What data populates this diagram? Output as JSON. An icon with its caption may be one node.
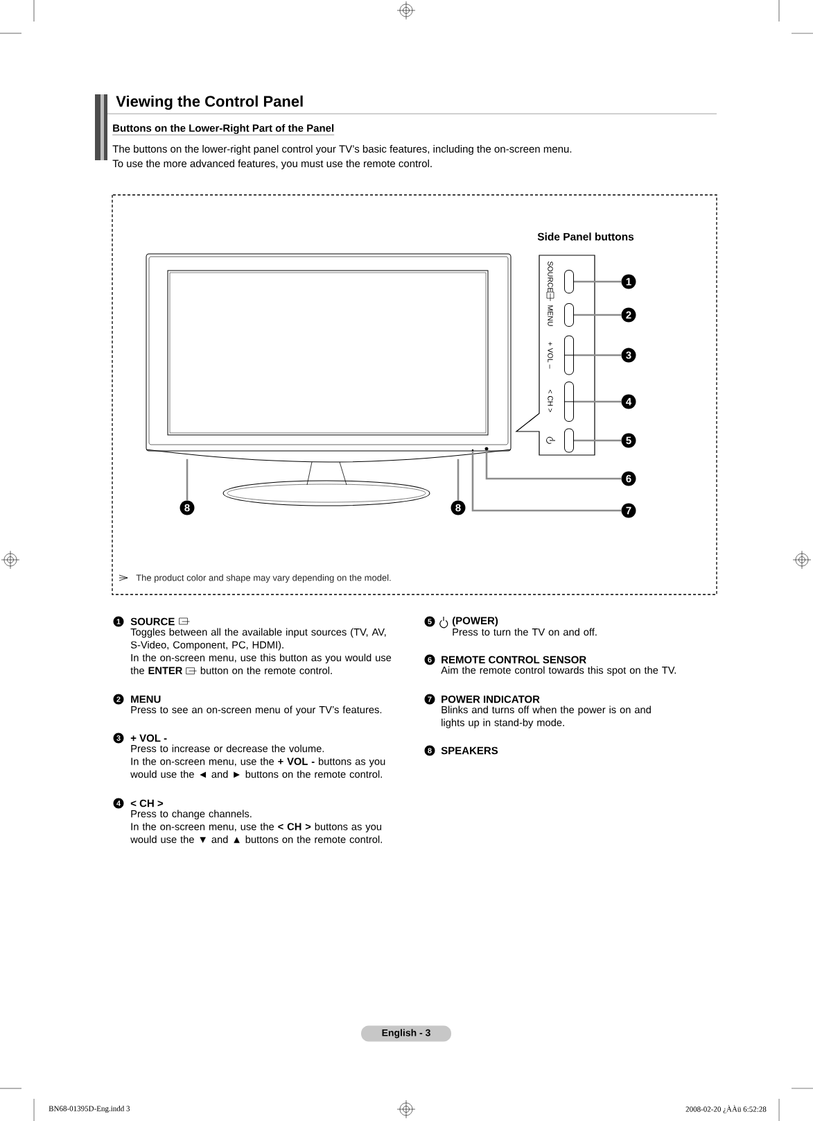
{
  "diagram": {
    "title": "Viewing the Control Panel",
    "nodes": [
      {
        "text": [],
        "shape": "box"
      },
      {
        "text": [],
        "shape": "box"
      },
      {
        "text": [],
        "shape": "box"
      },
      {
        "text": [],
        "shape": "box"
      },
      {
        "text": [],
        "shape": "box"
      },
      {
        "text": [],
        "shape": "circle"
      },
      {
        "text": [],
        "shape": "circle"
      },
      {
        "text": [
          "1"
        ]
      },
      {
        "text": [
          "2"
        ]
      },
      {
        "text": [
          "3"
        ]
      },
      {
        "text": [
          "4"
        ]
      },
      {
        "text": [
          "5"
        ]
      },
      {
        "text": [
          "6"
        ]
      },
      {
        "text": [
          "7"
        ]
      },
      {
        "text": [
          "8"
        ]
      },
      {
        "text": [
          "8"
        ]
      }
    ],
    "edges": [
      {
        "from": 7,
        "to": 0,
        "arrow": "none"
      },
      {
        "from": 8,
        "to": 1,
        "arrow": "none"
      },
      {
        "from": 9,
        "to": 2,
        "arrow": "none"
      },
      {
        "from": 10,
        "to": 3,
        "arrow": "none"
      },
      {
        "from": 11,
        "to": 4,
        "arrow": "none"
      },
      {
        "from": 12,
        "to": 5,
        "arrow": "none"
      },
      {
        "from": 13,
        "to": 6,
        "arrow": "none"
      },
      {
        "from": 14,
        "to": null,
        "arrow": "none"
      },
      {
        "from": 15,
        "to": null,
        "arrow": "none"
      }
    ],
    "labels": [
      "Buttons on the Lower-Right Part of the Panel",
      "The buttons on the lower-right panel control your TV’s basic features, including the on-screen menu.",
      "To use the more advanced features, you must use the remote control.",
      "Side Panel buttons",
      "SOURCE",
      "MENU",
      "+ VOL –",
      "< CH >",
      "The product color and shape may vary depending on the model.",
      "1",
      "SOURCE",
      "Toggles between all the available input sources (TV, AV, S-Video, Component, PC, HDMI).",
      "In the on-screen menu, use this button as you would use the **ENTER**",
      "button on the remote control.",
      "2",
      "MENU",
      "Press to see an on-screen menu of your TV’s features.",
      "3",
      "+ VOL -",
      "Press to increase or decrease the volume.",
      "In the on-screen menu, use the **+ VOL -** buttons as you would use the ◄ and ► buttons on the remote control.",
      "4",
      "< CH >",
      "Press to change channels.",
      "In the on-screen menu, use the **< CH >** buttons as you would use the ▼ and ▲ buttons on the remote control.",
      "5",
      "(POWER)",
      "Press to turn the TV on and off.",
      "6",
      "REMOTE CONTROL SENSOR",
      "Aim the remote control towards this spot on the TV.",
      "7",
      "POWER INDICATOR",
      "Blinks and turns off when the power is on and lights up in stand-by mode.",
      "8",
      "SPEAKERS",
      "English - 3",
      "BN68-01395D-Eng.indd 3",
      "2008-02-20 ¿ÀÀü 6:52:28"
    ]
  }
}
